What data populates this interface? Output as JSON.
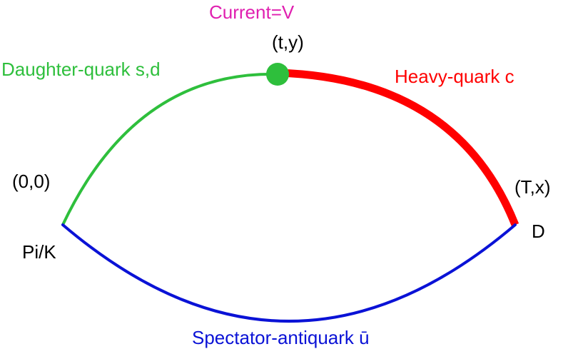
{
  "labels": {
    "current": "Current=V",
    "insertion_point": "(t,y)",
    "origin": "(0,0)",
    "sink_point": "(T,x)",
    "source_meson": "Pi/K",
    "sink_meson": "D"
  },
  "lines": {
    "daughter": {
      "label": "Daughter-quark s,d",
      "color": "#2ebf3c"
    },
    "heavy": {
      "label": "Heavy-quark c",
      "color": "#ff0000"
    },
    "spectator": {
      "label": "Spectator-antiquark ū",
      "color": "#0a12d6"
    }
  },
  "colors": {
    "current": "#e020b0",
    "text": "#000000",
    "vertex": "#2ebf3c"
  }
}
